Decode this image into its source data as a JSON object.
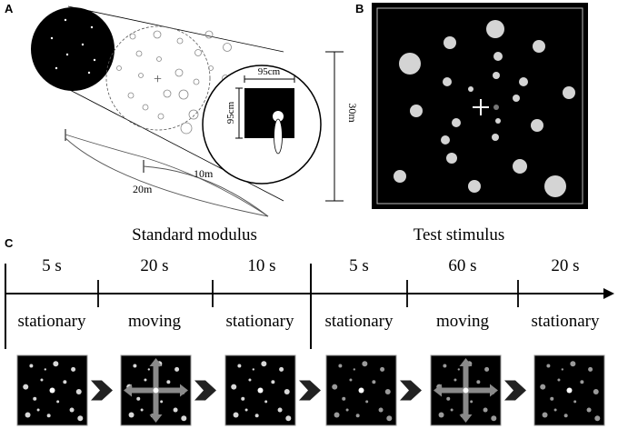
{
  "panels": {
    "a": {
      "label": "A",
      "room_width": "95cm",
      "room_depth": "95cm",
      "screen_height": "30m",
      "distance_near": "10m",
      "distance_far": "20m"
    },
    "b": {
      "label": "B"
    },
    "c": {
      "label": "C",
      "group_standard": "Standard modulus",
      "group_test": "Test stimulus",
      "phases": [
        {
          "duration": "5 s",
          "state": "stationary"
        },
        {
          "duration": "20 s",
          "state": "moving"
        },
        {
          "duration": "10 s",
          "state": "stationary"
        },
        {
          "duration": "5 s",
          "state": "stationary"
        },
        {
          "duration": "60 s",
          "state": "moving"
        },
        {
          "duration": "20 s",
          "state": "stationary"
        }
      ]
    }
  },
  "colors": {
    "stimulus_bg": "#000000",
    "dot": "#d0d0d0",
    "arrow": "#8a8a8a"
  }
}
